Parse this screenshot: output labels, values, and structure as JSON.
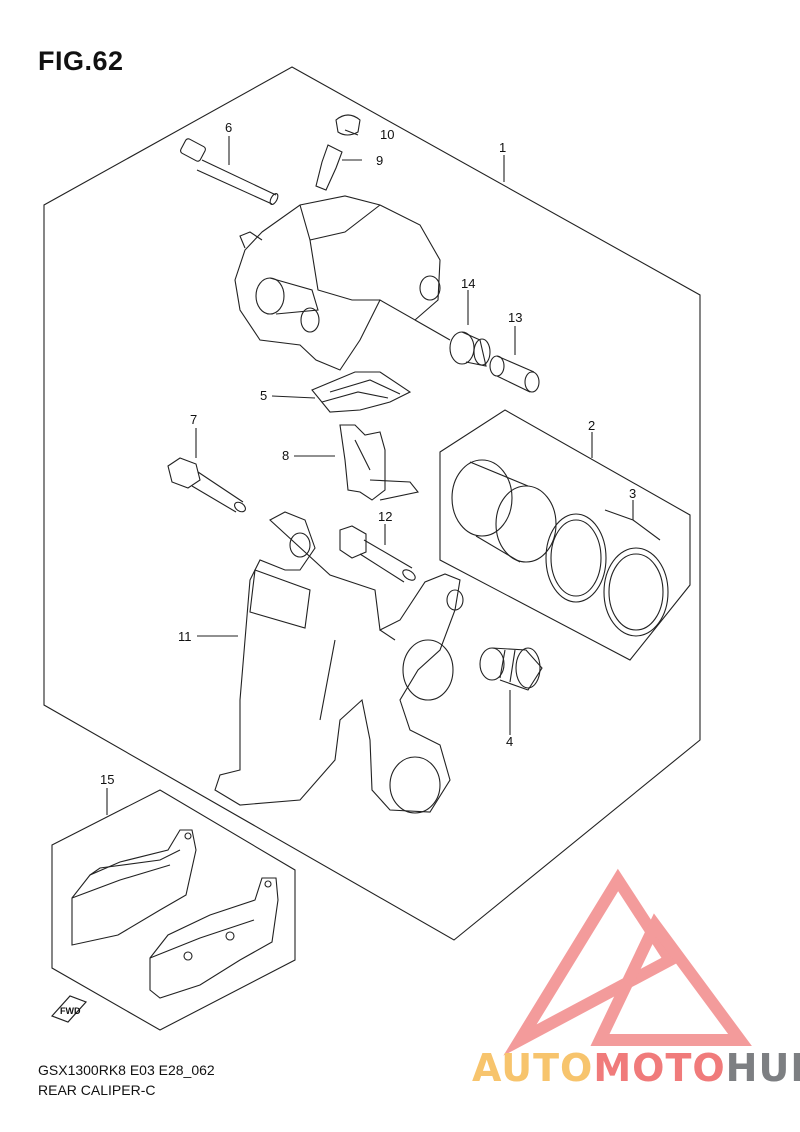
{
  "figure": {
    "title": "FIG.62",
    "model_code": "GSX1300RK8 E03 E28_062",
    "subtitle": "REAR CALIPER-C"
  },
  "callouts": [
    "1",
    "2",
    "3",
    "4",
    "5",
    "6",
    "7",
    "8",
    "9",
    "10",
    "11",
    "12",
    "13",
    "14",
    "15"
  ],
  "fwd_marker": "FWD",
  "watermark": {
    "part1": "AUTO",
    "part2": "MOTO",
    "part3": "HUB",
    "colors": {
      "auto": "#f7c46d",
      "moto": "#f07b7b",
      "hub": "#7d7f82",
      "logo": "#f28a8a"
    }
  },
  "colors": {
    "line": "#222222",
    "background": "#ffffff"
  }
}
